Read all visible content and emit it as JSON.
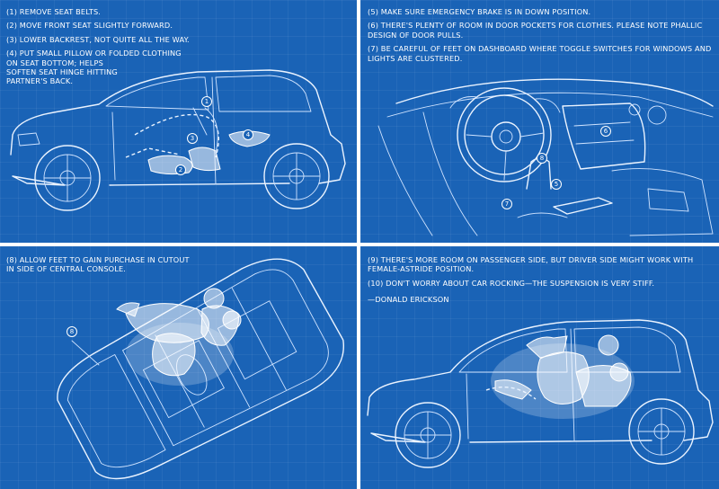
{
  "panels": [
    {
      "notes": [
        "(1) REMOVE SEAT BELTS.",
        "(2) MOVE FRONT SEAT SLIGHTLY FORWARD.",
        "(3) LOWER BACKREST, NOT QUITE ALL THE WAY.",
        "(4) PUT SMALL PILLOW OR FOLDED CLOTHING\nON SEAT BOTTOM; HELPS\nSOFTEN SEAT HINGE HITTING\nPARTNER'S BACK."
      ],
      "callouts": [
        "1",
        "2",
        "3",
        "4"
      ]
    },
    {
      "notes": [
        "(5) MAKE SURE EMERGENCY BRAKE IS IN DOWN POSITION.",
        "(6) THERE'S PLENTY OF ROOM IN DOOR POCKETS FOR CLOTHES. PLEASE NOTE PHALLIC DESIGN OF DOOR PULLS.",
        "(7) BE CAREFUL OF FEET ON DASHBOARD WHERE TOGGLE SWITCHES FOR WINDOWS AND LIGHTS ARE CLUSTERED."
      ],
      "callouts": [
        "5",
        "6",
        "7",
        "8"
      ]
    },
    {
      "notes": [
        "(8) ALLOW FEET TO GAIN PURCHASE IN CUTOUT\nIN SIDE OF CENTRAL CONSOLE."
      ],
      "callouts": [
        "8"
      ]
    },
    {
      "notes": [
        "(9) THERE'S MORE ROOM ON PASSENGER SIDE, BUT DRIVER SIDE MIGHT WORK WITH FEMALE-ASTRIDE POSITION.",
        "(10) DON'T WORRY ABOUT CAR ROCKING—THE SUSPENSION IS VERY STIFF."
      ],
      "signature": "—DONALD ERICKSON"
    }
  ]
}
